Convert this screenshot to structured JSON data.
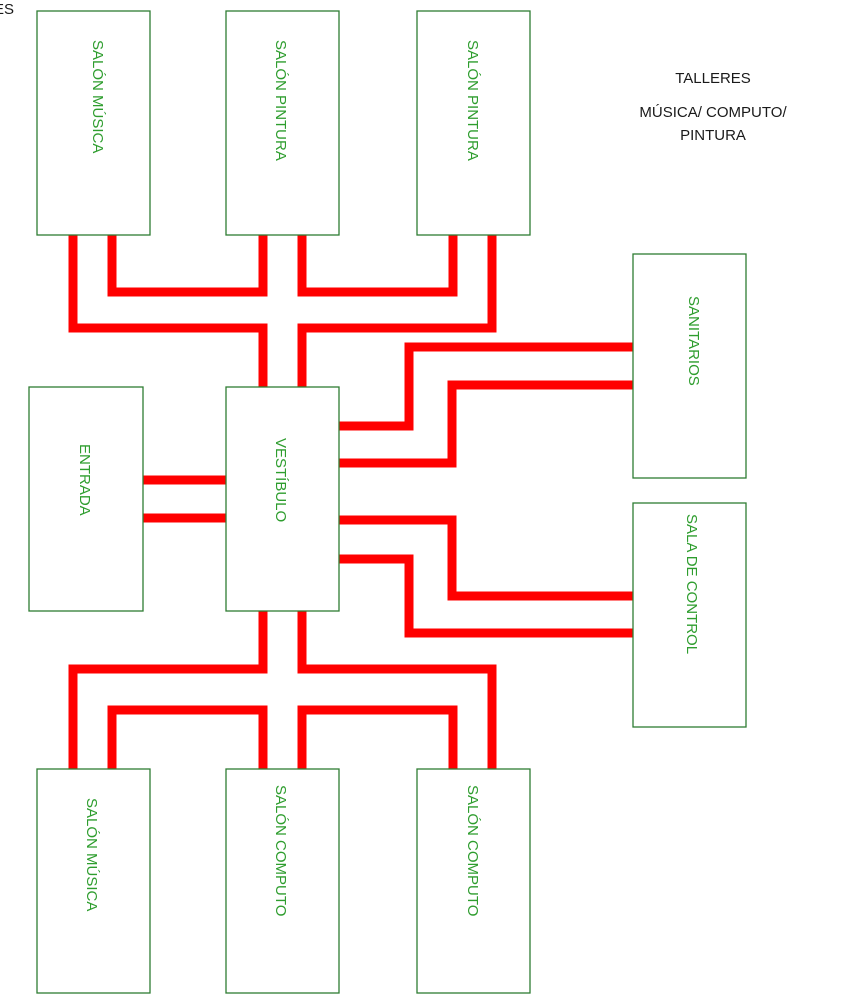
{
  "corner_text": "ES",
  "title": {
    "line1": "TALLERES",
    "line2": "MÚSICA/ COMPUTO/",
    "line3": "PINTURA"
  },
  "rooms": {
    "salon_musica_top": "SALÓN MÚSICA",
    "salon_pintura_1": "SALÓN PINTURA",
    "salon_pintura_2": "SALÓN PINTURA",
    "sanitarios": "SANITARIOS",
    "entrada": "ENTRADA",
    "vestibulo": "VESTÍBULO",
    "sala_de_control": "SALA DE CONTROL",
    "salon_musica_bottom": "SALÓN MÚSICA",
    "salon_computo_1": "SALÓN COMPUTO",
    "salon_computo_2": "SALÓN COMPUTO"
  },
  "colors": {
    "connection": "#ff0000",
    "room_border": "#2e7d32",
    "room_label": "#2e9d2e"
  }
}
